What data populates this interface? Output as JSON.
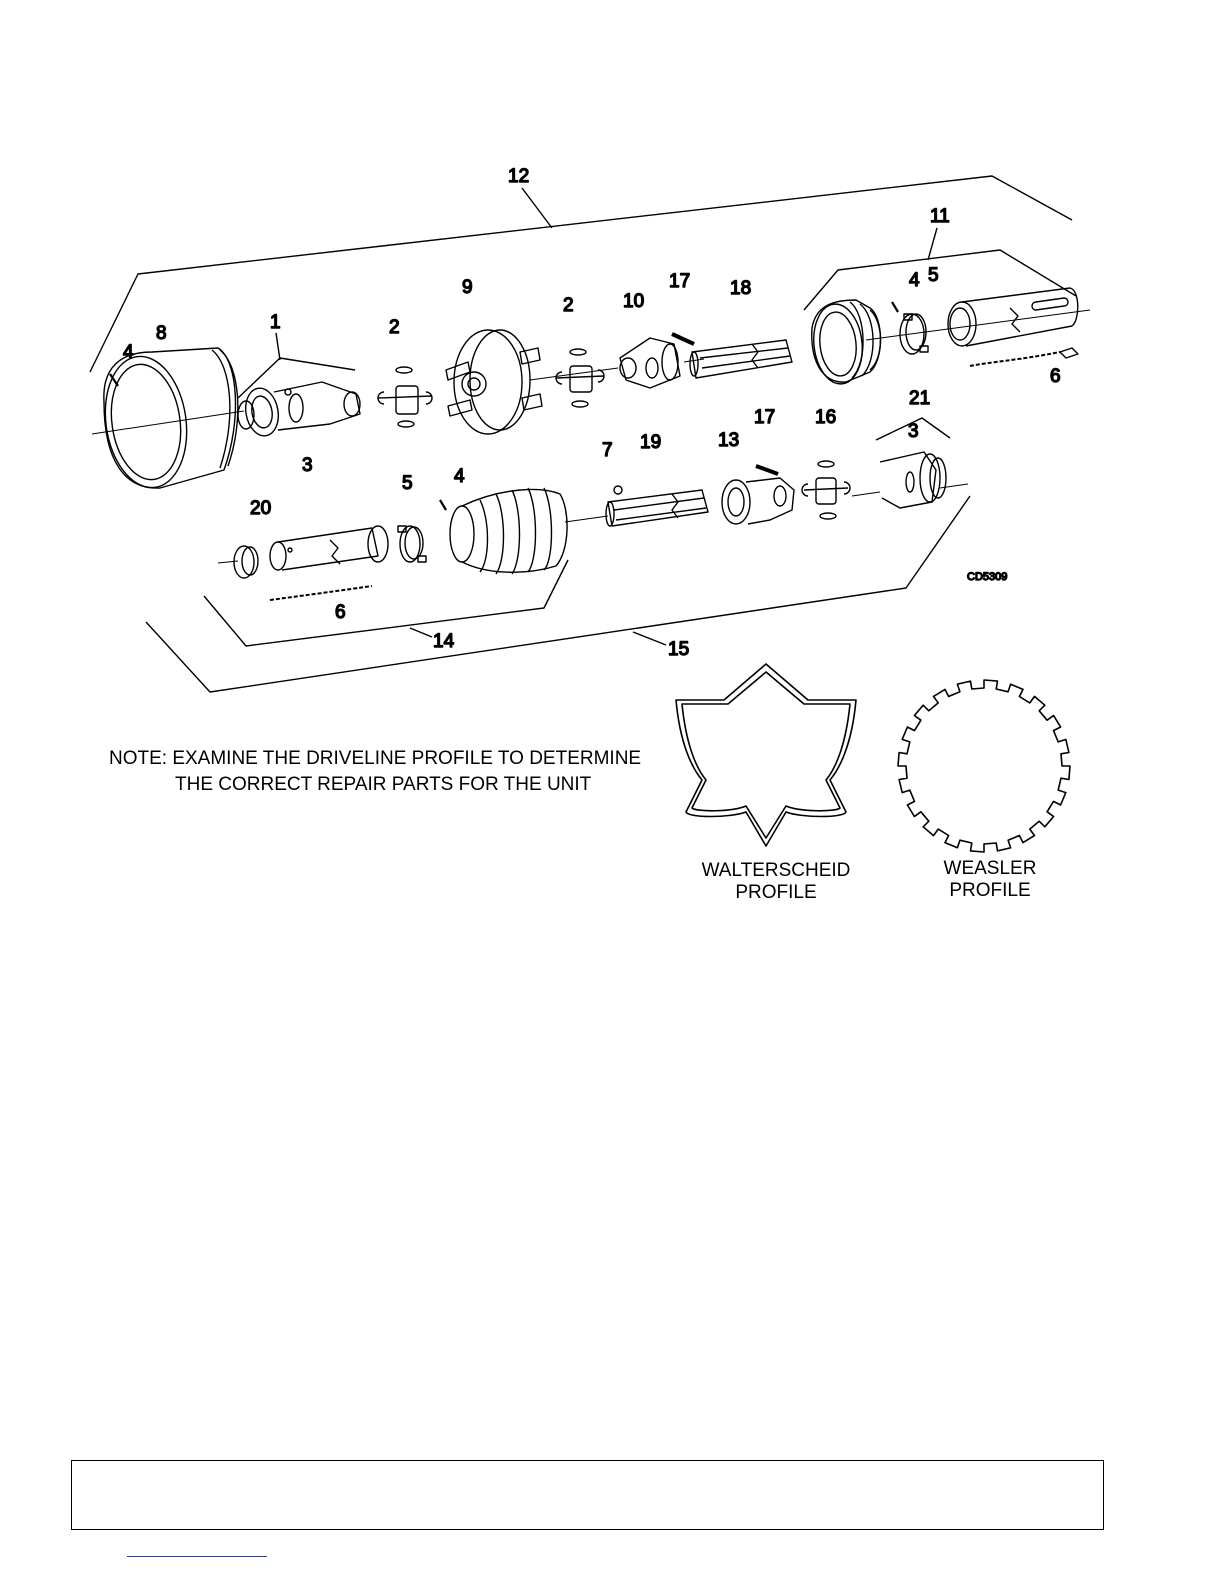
{
  "figure_code": "CD5309",
  "callouts": [
    "12",
    "11",
    "1",
    "2",
    "9",
    "2",
    "10",
    "17",
    "18",
    "4",
    "5",
    "4",
    "8",
    "3",
    "6",
    "7",
    "19",
    "13",
    "17",
    "16",
    "21",
    "3",
    "20",
    "5",
    "4",
    "6",
    "14",
    "15"
  ],
  "note": {
    "line1": "NOTE: EXAMINE THE DRIVELINE PROFILE TO DETERMINE",
    "line2": "THE CORRECT REPAIR PARTS FOR THE UNIT"
  },
  "profiles": {
    "walterscheid": {
      "line1": "WALTERSCHEID",
      "line2": "PROFILE"
    },
    "weasler": {
      "line1": "WEASLER",
      "line2": "PROFILE"
    }
  },
  "colors": {
    "ink": "#000000",
    "paper": "#ffffff",
    "link_underline": "#1a3fbf"
  }
}
